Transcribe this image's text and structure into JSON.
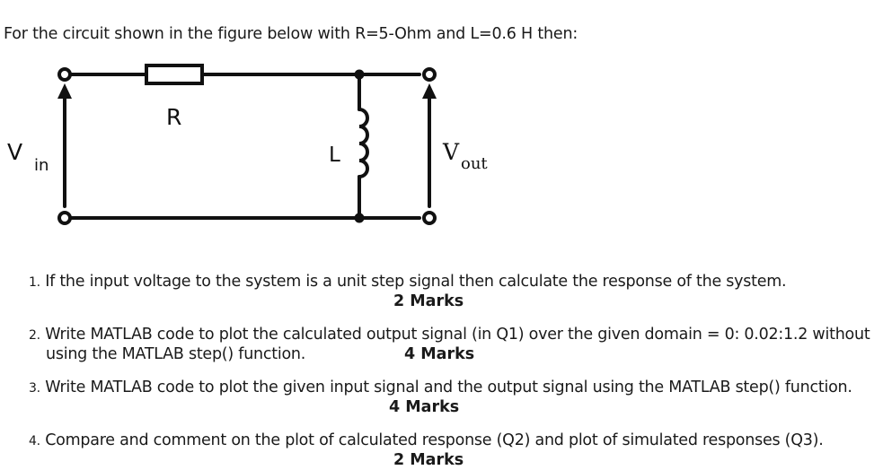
{
  "intro": "For the circuit shown in the figure below with R=5-Ohm and L=0.6 H then:",
  "circuit": {
    "resistor_label": "R",
    "inductor_label": "L",
    "vin_main": "V",
    "vin_sub": "in",
    "vout_main": "V",
    "vout_sub": "out"
  },
  "questions": [
    {
      "number": "1.",
      "line1": "If the input voltage to the system is a unit step signal then calculate the response of the system.",
      "marks": "2 Marks"
    },
    {
      "number": "2.",
      "line1": "Write MATLAB code to plot the calculated output signal (in Q1) over the given domain = 0: 0.02:1.2 without",
      "line2": "using the MATLAB step() function.",
      "marks": "4 Marks"
    },
    {
      "number": "3.",
      "line1": "Write MATLAB code to plot the given input signal and the output signal using the MATLAB step() function.",
      "marks": "4 Marks"
    },
    {
      "number": "4.",
      "line1": "Compare and comment on the plot of calculated response (Q2) and plot of simulated responses (Q3).",
      "marks": "2 Marks"
    }
  ]
}
